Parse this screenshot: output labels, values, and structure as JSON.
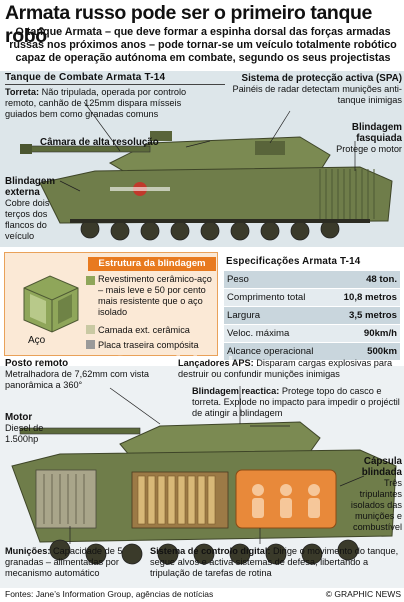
{
  "title": "Armata russo pode ser o primeiro tanque robô",
  "intro": "O tanque Armata – que deve formar a espinha dorsal das forças armadas russas nos próximos anos – pode tornar-se um veículo totalmente robótico capaz de operação autónoma em combate, segundo os seus projectistas",
  "tank_section": {
    "heading": "Tanque de Combate Armata T-14",
    "torreta_title": "Torreta:",
    "torreta_text": "Não tripulada, operada por controlo remoto, canhão de 125mm dispara mísseis guiados bem como granadas comuns",
    "camera": "Câmara de alta resolução",
    "blindagem_externa_title": "Blindagem externa",
    "blindagem_externa_text": "Cobre dois terços dos flancos do veículo",
    "spa_title": "Sistema de protecção activa (SPA)",
    "spa_text": "Painéis de radar detectam munições anti-tanque inimigas",
    "fasquiada_title": "Blindagem fasquiada",
    "fasquiada_text": "Protege o motor"
  },
  "armor": {
    "heading": "Estrutura da blindagem",
    "steel_label": "Aço",
    "layers": [
      {
        "label": "Revestimento cerâmico-aço – mais leve e 50 por cento mais resistente que o aço isolado",
        "color": "#8fa65a"
      },
      {
        "label": "Camada ext. cerâmica",
        "color": "#c9c9a3"
      },
      {
        "label": "Placa traseira compósita",
        "color": "#9a9a9a"
      }
    ]
  },
  "specs": {
    "heading": "Especificações Armata T-14",
    "rows": [
      {
        "label": "Peso",
        "value": "48 ton."
      },
      {
        "label": "Comprimento total",
        "value": "10,8 metros"
      },
      {
        "label": "Largura",
        "value": "3,5 metros"
      },
      {
        "label": "Veloc. máxima",
        "value": "90km/h"
      },
      {
        "label": "Alcance operacional",
        "value": "500km"
      }
    ]
  },
  "lower": {
    "posto_title": "Posto remoto",
    "posto_text": "Metralhadora de 7,62mm com vista panorâmica a 360°",
    "motor_title": "Motor",
    "motor_text": "Diesel de 1.500hp",
    "aps_title": "Lançadores APS:",
    "aps_text": "Disparam cargas explosivas para destruir ou confundir munições inimigas",
    "reactiva_title": "Blindagem reactica:",
    "reactiva_text": "Protege topo do casco e torreta. Explode no impacto para impedir o projéctil de atingir a blindagem",
    "capsula_title": "Cápsula blindada",
    "capsula_text": "Três tripulantes isolados das munições e combustível",
    "municoes_title": "Munições:",
    "municoes_text": "Capacidade de 5 granadas – alimentadas por mecanismo automático",
    "controlo_title": "Sistema de controlo digital:",
    "controlo_text": "Dirige o movimento do tanque, segue alvos e activa sistemas de defesa, libertando a tripulação de tarefas de rotina"
  },
  "watermark": "GraphicNews",
  "footer": {
    "source": "Fontes: Jane’s Information Group, agências de notícias",
    "copyright": "© GRAPHIC NEWS"
  },
  "colors": {
    "accent": "#e87a1f",
    "tank": "#6f7d4a",
    "panel": "#dde6ea"
  }
}
